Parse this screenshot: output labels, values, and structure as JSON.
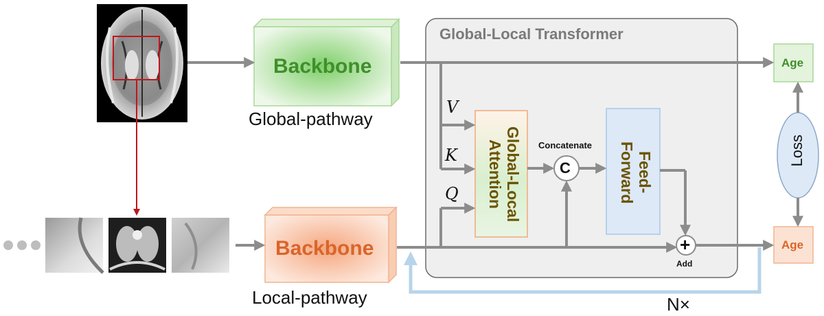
{
  "title": "Global-Local Transformer",
  "global_backbone": "Backbone",
  "local_backbone": "Backbone",
  "global_pathway": "Global-pathway",
  "local_pathway": "Local-pathway",
  "v_label": "V",
  "k_label": "K",
  "q_label": "Q",
  "attention": "Global-Local Attention",
  "attention_lines": [
    "Global-Local",
    "Attention"
  ],
  "concatenate": "Concatenate",
  "concat_symbol": "C",
  "feed_forward": "Feed-Forward",
  "ff_lines": [
    "Feed-",
    "Forward"
  ],
  "add_label": "Add",
  "add_symbol": "+",
  "loss": "Loss",
  "age_top": "Age",
  "age_bottom": "Age",
  "repeat": "N×",
  "colors": {
    "global_green": "#3f8f2a",
    "local_orange": "#d9652a",
    "arrow_gray": "#8c8c8c",
    "feedback_blue": "#b8d4ea",
    "crop_red": "#c0161d"
  },
  "icons": [
    "mri-brain-slice",
    "ellipsis-dots",
    "brain-patch-thumbnail"
  ]
}
